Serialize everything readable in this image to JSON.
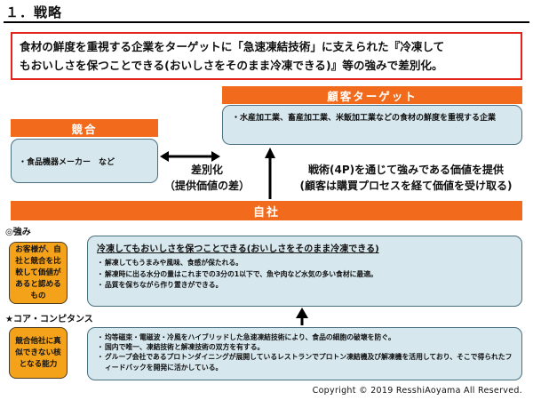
{
  "title": "１．戦略",
  "summary": {
    "line1": "食材の鮮度を重視する企業をターゲットに「急速凍結技術」に支えられた『冷凍して",
    "line2": "もおいしさを保つことできる(おいしさをそのまま冷凍できる)』等の強みで差別化。"
  },
  "target": {
    "header": "顧客ターゲット",
    "text": "・水産加工業、畜産加工業、米飯加工業などの食材の鮮度を重視する企業"
  },
  "competition": {
    "header": "競合",
    "text": "・食品機器メーカー　など"
  },
  "differentiation": {
    "line1": "差別化",
    "line2": "（提供価値の差）"
  },
  "strategy_caption": {
    "line1": "戦術(4P)を通じて強みである価値を提供",
    "line2": "(顧客は購買プロセスを経て価値を受け取る)"
  },
  "self": {
    "header": "自社"
  },
  "strengths": {
    "label": "◎強み",
    "side_note": "お客様が、自社と競合を比較して価値があると認めるもの",
    "headline": "冷凍してもおいしさを保つことできる(おいしさをそのまま冷凍できる)",
    "bullets": [
      "解凍してもうまみや風味、食感が保たれる。",
      "解凍時に出る水分の量はこれまでの3分の1以下で、魚や肉など水気の多い食材に最適。",
      "品質を保ちながら作り置きができる。"
    ]
  },
  "core": {
    "label": "★コア・コンピタンス",
    "side_note": "競合他社に真似できない核となる能力",
    "bullets": [
      "均等磁束・電磁波・冷風をハイブリッドした急速凍結技術により、食品の細胞の破壊を防ぐ。",
      "国内で唯一、凍結技術と解凍技術の双方を有する。",
      "グループ会社であるプロトンダイニングが展開しているレストランでプロトン凍結機及び解凍機を活用しており、そこで得られたフィードバックを開発に活かしている。"
    ]
  },
  "copyright": "Copyright © 2019 ResshiAoyama All Reserved.",
  "colors": {
    "accent_orange": "#f26b1d",
    "box_orange": "#f5a21b",
    "panel_blue": "#d6e7ee",
    "summary_border": "#e3231b"
  }
}
